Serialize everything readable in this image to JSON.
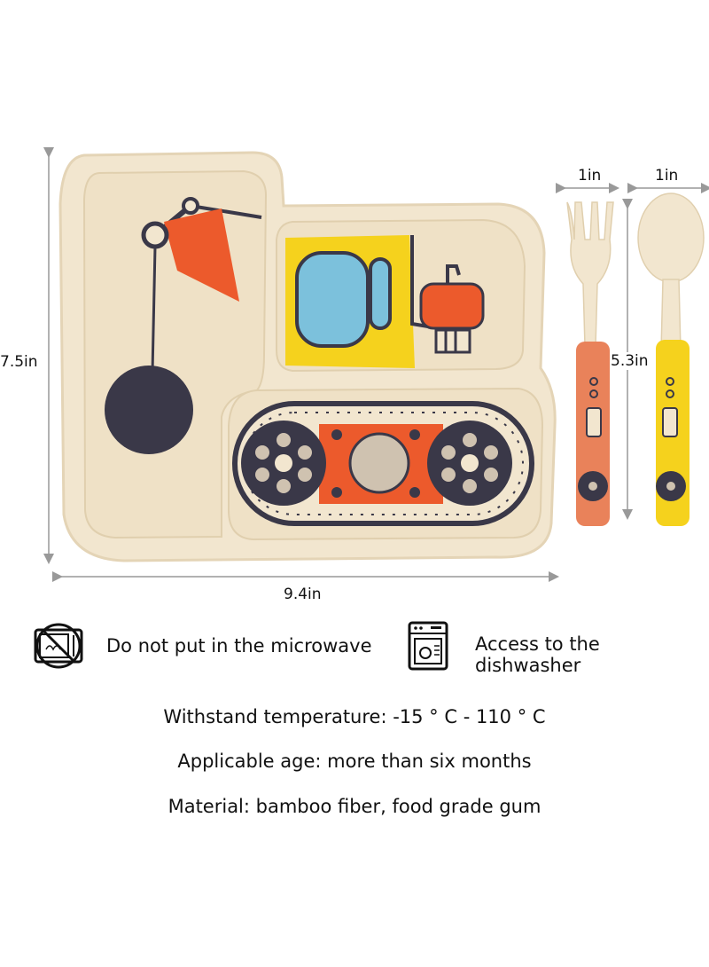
{
  "dimensions": {
    "plate_height": "7.5in",
    "plate_width": "9.4in",
    "fork_width": "1in",
    "spoon_width": "1in",
    "utensil_length": "5.3in"
  },
  "features": [
    {
      "icon": "no-microwave-icon",
      "text": "Do not put in the microwave"
    },
    {
      "icon": "dishwasher-icon",
      "text": "Access to the dishwasher"
    }
  ],
  "specs": [
    "Withstand temperature: -15 ° C - 110 ° C",
    "Applicable age: more than six months",
    "Material: bamboo fiber, food grade gum"
  ],
  "colors": {
    "plate": "#f2e6cf",
    "orange": "#ec5a2c",
    "yellow": "#f5d21d",
    "blue": "#7cc1dc",
    "dark": "#3a3848"
  }
}
